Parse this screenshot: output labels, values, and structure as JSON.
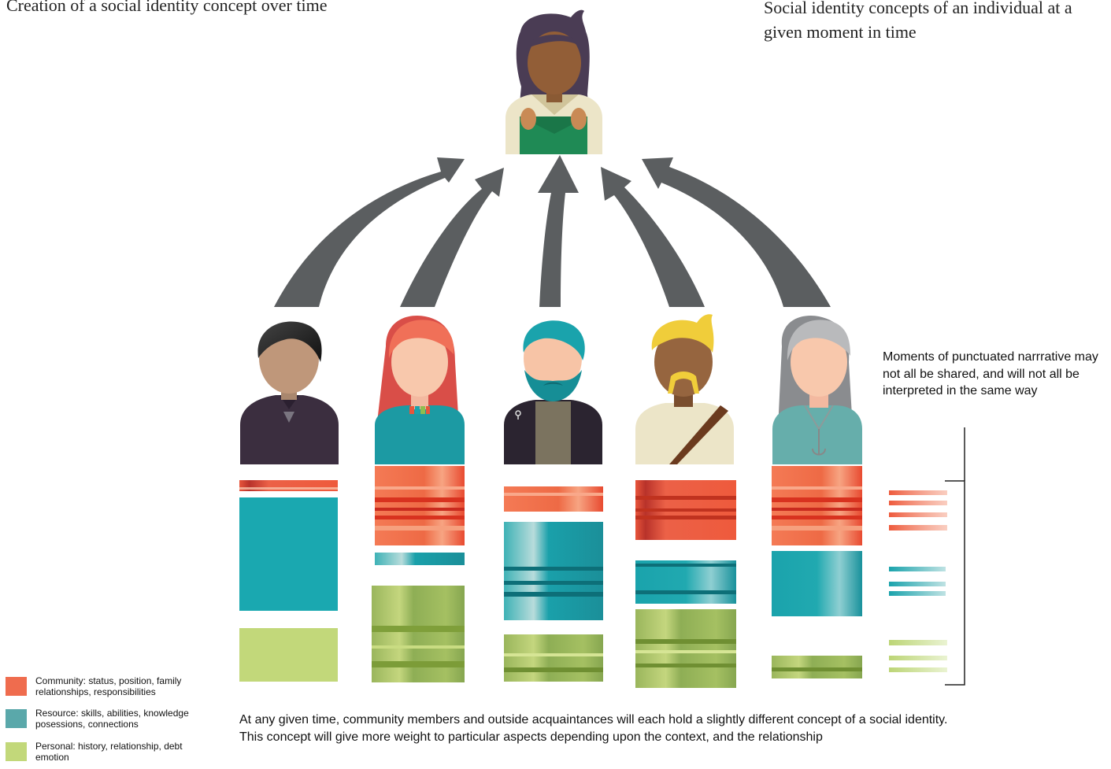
{
  "title_left": "Creation of a social identity concept over time",
  "title_right": "Social identity concepts of an individual at a given moment in time",
  "note": "Moments of punctuated narrrative may not all be shared, and will not all be interpreted in the same way",
  "caption": "At any given time, community members and outside acquaintances will each hold a slightly different concept of a social identity. This concept will give more weight to particular aspects depending upon the context, and the relationship",
  "legend": [
    {
      "label": "Community: status, position, family relationships, responsibilities",
      "color": "#ef6c4e"
    },
    {
      "label": "Resource: skills, abilities, knowledge posessions, connections",
      "color": "#5aa8aa"
    },
    {
      "label": "Personal: history, relationship, debt emotion",
      "color": "#c2d87a"
    }
  ],
  "colors": {
    "arrow": "#5b5e60",
    "community": "#ef6c4e",
    "resource": "#1aa8b0",
    "personal": "#a8c862",
    "bracket": "#222222"
  }
}
